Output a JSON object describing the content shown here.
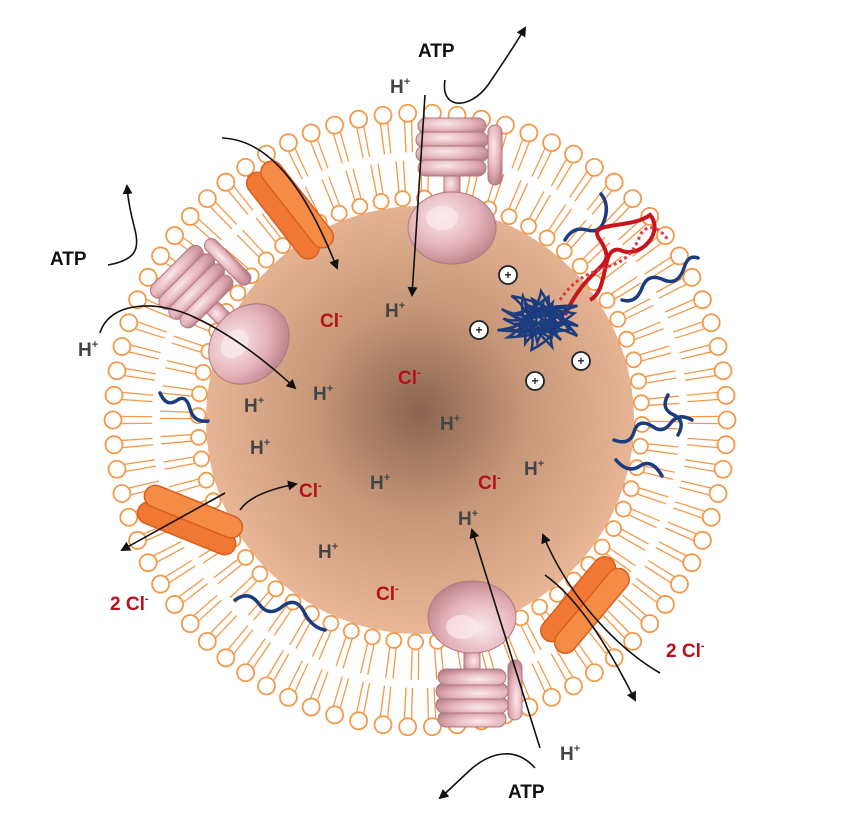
{
  "colors": {
    "lumen_center": "#8f6a55",
    "lumen_edge": "#e8b595",
    "membrane_orange": "#f39a4a",
    "lipid_fill": "#ffffff",
    "channel_orange": "#f07832",
    "pump_pink": "#e6b7bd",
    "dna_blue": "#1c3c80",
    "dna_red": "#c8141a",
    "h_text": "#444444",
    "cl_text": "#b8101a",
    "atp_text": "#111111"
  },
  "labels": {
    "atp": "ATP",
    "h": "H",
    "h_charge": "+",
    "cl": "Cl",
    "cl_charge": "-",
    "two_cl": "2 Cl",
    "plus_sign": "+"
  },
  "icons": [
    "vatpase-pump-icon",
    "chloride-channel-icon",
    "polyplex-dna-icon",
    "polymer-chain-icon",
    "arrow-icon"
  ]
}
